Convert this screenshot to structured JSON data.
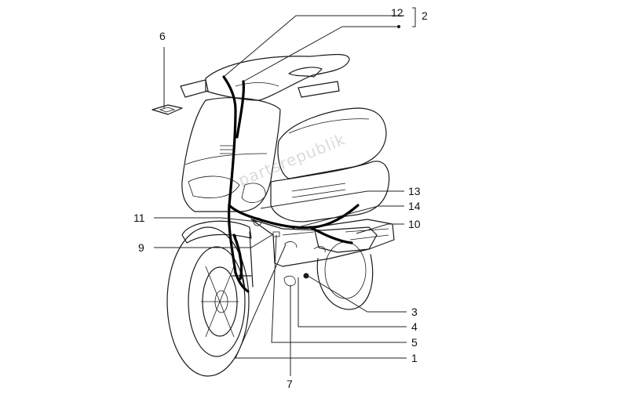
{
  "watermark": "partsrepublik",
  "callouts": {
    "c1": "1",
    "c2": "2",
    "c3": "3",
    "c4": "4",
    "c5": "5",
    "c6": "6",
    "c7": "7",
    "c9": "9",
    "c10": "10",
    "c11": "11",
    "c12": "12",
    "c13": "13",
    "c14": "14"
  }
}
